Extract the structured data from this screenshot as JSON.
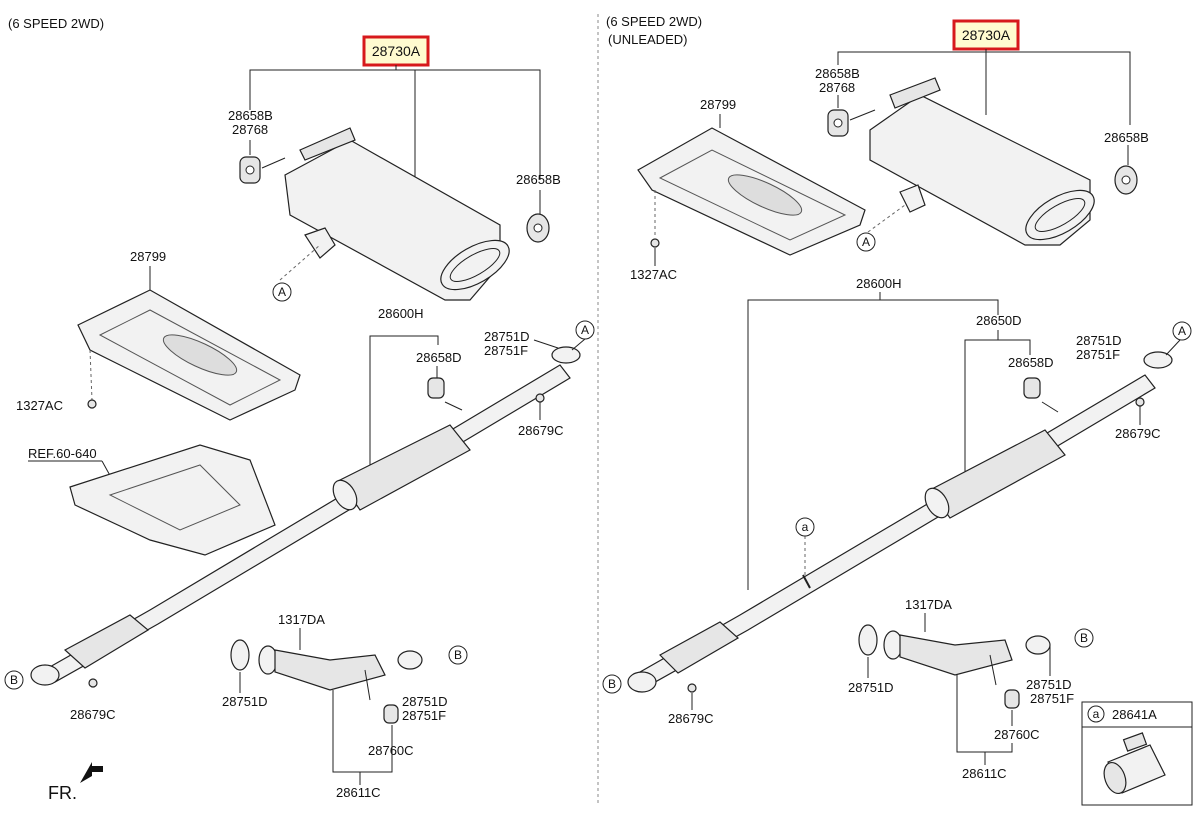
{
  "left_panel": {
    "header": "(6 SPEED 2WD)",
    "highlight_label": "28730A",
    "labels": {
      "hanger_top": "28658B",
      "bolt_top": "28768",
      "hanger_right": "28658B",
      "heat_shield": "28799",
      "nut": "1327AC",
      "ref": "REF.60-640",
      "center_pipe": "28600H",
      "hanger_mid": "28658D",
      "gasket_top_1": "28751D",
      "gasket_top_2": "28751F",
      "stud_mid": "28679C",
      "stud_front": "28679C",
      "bolt_front": "1317DA",
      "gasket_front": "28751D",
      "gasket_rear_1": "28751D",
      "gasket_rear_2": "28751F",
      "hanger_front": "28760C",
      "front_pipe": "28611C"
    },
    "markers": {
      "a": "A",
      "b": "B"
    },
    "fr": "FR."
  },
  "right_panel": {
    "header_1": "(6 SPEED 2WD)",
    "header_2": "(UNLEADED)",
    "highlight_label": "28730A",
    "labels": {
      "hanger_top": "28658B",
      "bolt_top": "28768",
      "hanger_right": "28658B",
      "heat_shield": "28799",
      "nut": "1327AC",
      "center_pipe": "28600H",
      "center_sub": "28650D",
      "hanger_mid": "28658D",
      "gasket_top_1": "28751D",
      "gasket_top_2": "28751F",
      "stud_mid": "28679C",
      "stud_front": "28679C",
      "bolt_front": "1317DA",
      "gasket_front": "28751D",
      "gasket_rear_1": "28751D",
      "gasket_rear_2": "28751F",
      "hanger_front": "28760C",
      "front_pipe": "28611C"
    },
    "markers": {
      "A": "A",
      "B": "B",
      "a": "a"
    },
    "inset": {
      "marker": "a",
      "label": "28641A"
    }
  },
  "colors": {
    "highlight_border": "#d7191c",
    "highlight_fill": "#fffbd0"
  }
}
